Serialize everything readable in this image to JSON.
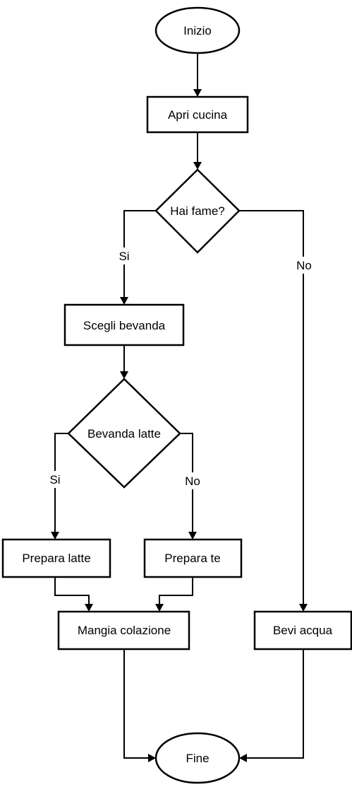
{
  "nodes": {
    "start": "Inizio",
    "open_kitchen": "Apri cucina",
    "hungry_question": "Hai fame?",
    "choose_drink": "Scegli bevanda",
    "milk_question": "Bevanda latte",
    "prepare_milk": "Prepara latte",
    "prepare_tea": "Prepara te",
    "eat_breakfast": "Mangia colazione",
    "drink_water": "Bevi acqua",
    "end": "Fine"
  },
  "edges": {
    "hungry_yes": "Si",
    "hungry_no": "No",
    "milk_yes": "Si",
    "milk_no": "No"
  }
}
